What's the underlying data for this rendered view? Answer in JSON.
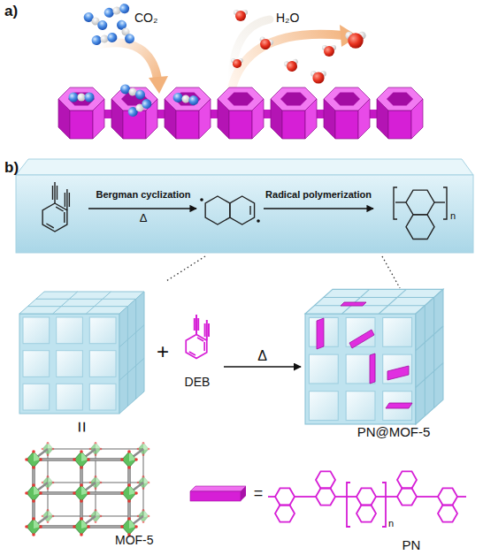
{
  "diagram": {
    "nodes": [
      {
        "text": [
          "Bergman cyclization",
          "Δ",
          "Radical polymerization"
        ]
      },
      {
        "text": [
          "DEB"
        ]
      },
      {
        "text": [
          "PN@MOF-5"
        ]
      },
      {
        "text": [
          "MOF-5"
        ]
      },
      {
        "text": [
          "PN"
        ]
      }
    ],
    "edges": [
      {
        "from": 1,
        "to": 2,
        "label": "Δ",
        "arrow": "to"
      }
    ],
    "labels": [
      "a)",
      "CO₂",
      "H₂O",
      "b)",
      "n",
      "+",
      "=",
      "=",
      "n"
    ]
  }
}
